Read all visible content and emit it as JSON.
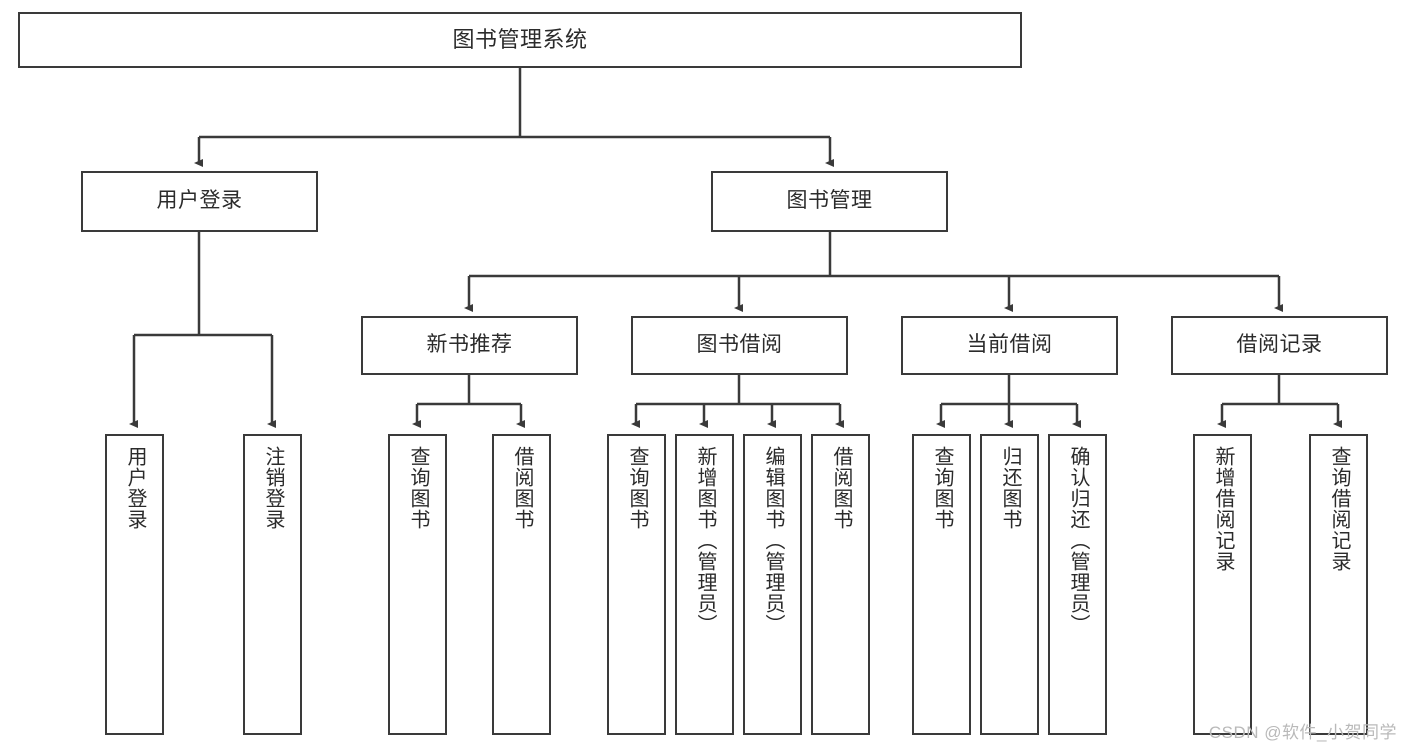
{
  "diagram": {
    "type": "hierarchy-tree",
    "title": "图书管理系统",
    "levels": 4,
    "root": {
      "id": "root",
      "label": "图书管理系统"
    },
    "level2": [
      {
        "id": "user-login",
        "label": "用户登录"
      },
      {
        "id": "book-management",
        "label": "图书管理"
      }
    ],
    "level3": [
      {
        "id": "new-book-recommend",
        "label": "新书推荐",
        "parent": "book-management"
      },
      {
        "id": "book-borrow",
        "label": "图书借阅",
        "parent": "book-management"
      },
      {
        "id": "current-borrow",
        "label": "当前借阅",
        "parent": "book-management"
      },
      {
        "id": "borrow-record",
        "label": "借阅记录",
        "parent": "book-management"
      }
    ],
    "leaves": [
      {
        "id": "leaf-user-login",
        "label": "用户登录",
        "parent": "user-login"
      },
      {
        "id": "leaf-logout",
        "label": "注销登录",
        "parent": "user-login"
      },
      {
        "id": "leaf-query-book-1",
        "label": "查询图书",
        "parent": "new-book-recommend"
      },
      {
        "id": "leaf-borrow-book-1",
        "label": "借阅图书",
        "parent": "new-book-recommend"
      },
      {
        "id": "leaf-query-book-2",
        "label": "查询图书",
        "parent": "book-borrow"
      },
      {
        "id": "leaf-add-book",
        "label": "新增图书（管理员）",
        "parent": "book-borrow"
      },
      {
        "id": "leaf-edit-book",
        "label": "编辑图书（管理员）",
        "parent": "book-borrow"
      },
      {
        "id": "leaf-borrow-book-2",
        "label": "借阅图书",
        "parent": "book-borrow"
      },
      {
        "id": "leaf-query-book-3",
        "label": "查询图书",
        "parent": "current-borrow"
      },
      {
        "id": "leaf-return-book",
        "label": "归还图书",
        "parent": "current-borrow"
      },
      {
        "id": "leaf-confirm-return",
        "label": "确认归还（管理员）",
        "parent": "current-borrow"
      },
      {
        "id": "leaf-add-record",
        "label": "新增借阅记录",
        "parent": "borrow-record"
      },
      {
        "id": "leaf-query-record",
        "label": "查询借阅记录",
        "parent": "borrow-record"
      }
    ]
  },
  "watermark": {
    "text": "CSDN @软件_小贺同学"
  },
  "colors": {
    "stroke": "#3a3a3a",
    "fill": "#ffffff",
    "text": "#2b2b2b",
    "watermark": "#b9b9b9"
  }
}
